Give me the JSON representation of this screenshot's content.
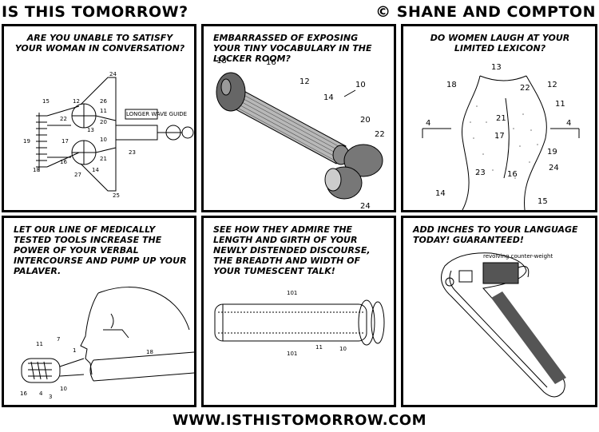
{
  "header": {
    "title": "IS THIS TOMORROW?",
    "credit": "© SHANE AND COMPTON"
  },
  "panels": [
    {
      "caption": "ARE YOU UNABLE TO SATISFY YOUR WOMAN IN CONVERSATION?",
      "labels": [
        "24",
        "12",
        "15",
        "22",
        "13",
        "17",
        "16",
        "18",
        "19",
        "26",
        "11",
        "20",
        "23",
        "27",
        "14",
        "21",
        "10",
        "25"
      ],
      "box_text": "LONGER WAVE GUIDE"
    },
    {
      "caption": "EMBARRASSED OF EXPOSING YOUR TINY VOCABULARY IN THE LOCKER ROOM?",
      "labels": [
        "18",
        "16",
        "12",
        "10",
        "14",
        "20",
        "22",
        "24"
      ]
    },
    {
      "caption": "DO WOMEN LAUGH AT YOUR LIMITED LEXICON?",
      "labels": [
        "13",
        "18",
        "22",
        "12",
        "11",
        "4",
        "21",
        "4",
        "17",
        "19",
        "23",
        "16",
        "24",
        "14",
        "15"
      ]
    },
    {
      "caption": "LET OUR LINE OF MEDICALLY TESTED TOOLS INCREASE THE POWER OF YOUR VERBAL INTERCOURSE AND PUMP UP YOUR PALAVER.",
      "labels": [
        "11",
        "7",
        "1",
        "18",
        "16",
        "4",
        "3",
        "10"
      ]
    },
    {
      "caption": "SEE HOW THEY ADMIRE THE LENGTH AND GIRTH OF YOUR NEWLY DISTENDED DISCOURSE, THE BREADTH AND WIDTH OF YOUR TUMESCENT TALK!",
      "labels": [
        "101",
        "101",
        "11",
        "10"
      ]
    },
    {
      "caption": "ADD INCHES TO YOUR LANGUAGE TODAY! GUARANTEED!",
      "labels": [
        "revolving counter-weight"
      ]
    }
  ],
  "footer": {
    "url": "WWW.ISTHISTOMORROW.COM"
  }
}
